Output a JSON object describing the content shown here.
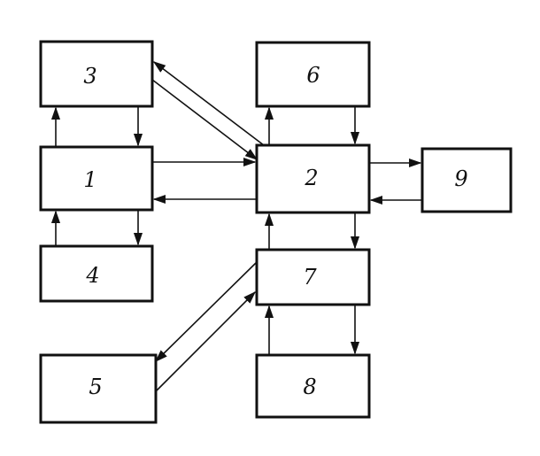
{
  "blocks": {
    "b1": "1",
    "b2": "2",
    "b3": "3",
    "b4": "4",
    "b5": "5",
    "b6": "6",
    "b7": "7",
    "b8": "8",
    "b9": "9"
  },
  "colors": {
    "ink": "#111111",
    "background": "#ffffff"
  }
}
